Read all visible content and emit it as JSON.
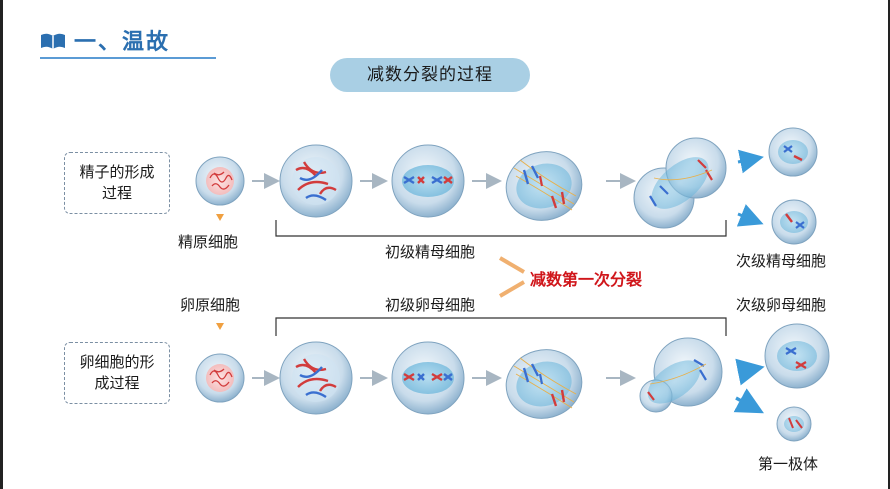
{
  "section_title": "一、温故",
  "main_label": "减数分裂的过程",
  "sperm_process_label": "精子的形成过程",
  "egg_process_label": "卵细胞的形成过程",
  "spermatogonium": "精原细胞",
  "oogonium": "卵原细胞",
  "primary_spermatocyte": "初级精母细胞",
  "primary_oocyte": "初级卵母细胞",
  "meiosis_one": "减数第一次分裂",
  "secondary_spermatocyte": "次级精母细胞",
  "secondary_oocyte": "次级卵母细胞",
  "first_polar_body": "第一极体",
  "colors": {
    "title_blue": "#2b6fb0",
    "pill_bg": "#a9cfe4",
    "arrow_blue": "#5aa8d8",
    "highlight_red": "#d0161b",
    "orange": "#f0a040"
  }
}
